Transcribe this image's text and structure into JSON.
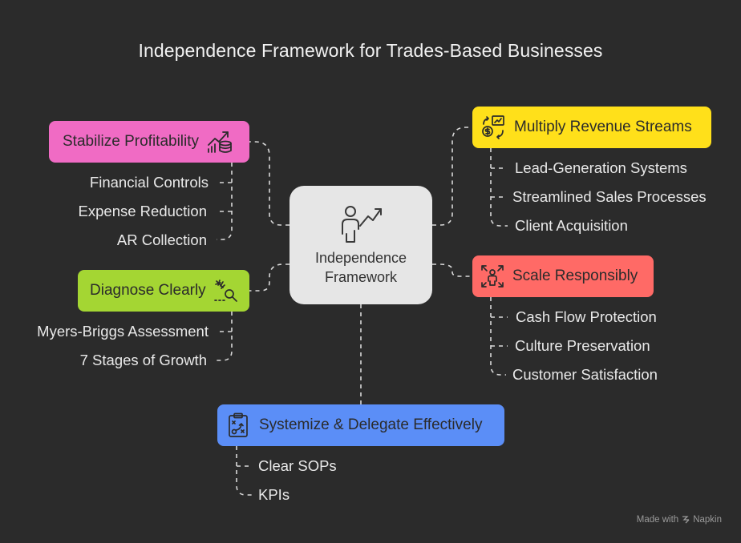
{
  "title": "Independence Framework for Trades-Based Businesses",
  "center": {
    "line1": "Independence",
    "line2": "Framework",
    "icon": "person-growth-icon"
  },
  "branches": {
    "stabilize": {
      "label": "Stabilize Profitability",
      "color": "#f06bc4",
      "icon": "profit-growth-icon",
      "items": [
        "Financial Controls",
        "Expense Reduction",
        "AR Collection"
      ]
    },
    "diagnose": {
      "label": "Diagnose Clearly",
      "color": "#a4d633",
      "icon": "diagnose-search-icon",
      "items": [
        "Myers-Briggs Assessment",
        "7 Stages of Growth"
      ]
    },
    "multiply": {
      "label": "Multiply Revenue Streams",
      "color": "#ffe01a",
      "icon": "revenue-streams-icon",
      "items": [
        "Lead-Generation Systems",
        "Streamlined Sales Processes",
        "Client Acquisition"
      ]
    },
    "scale": {
      "label": "Scale Responsibly",
      "color": "#ff6a66",
      "icon": "scale-person-icon",
      "items": [
        "Cash Flow Protection",
        "Culture Preservation",
        "Customer Satisfaction"
      ]
    },
    "systemize": {
      "label": "Systemize & Delegate Effectively",
      "color": "#5b8ef7",
      "icon": "clipboard-strategy-icon",
      "items": [
        "Clear SOPs",
        "KPIs"
      ]
    }
  },
  "watermark": {
    "prefix": "Made with",
    "brand": "Napkin"
  }
}
